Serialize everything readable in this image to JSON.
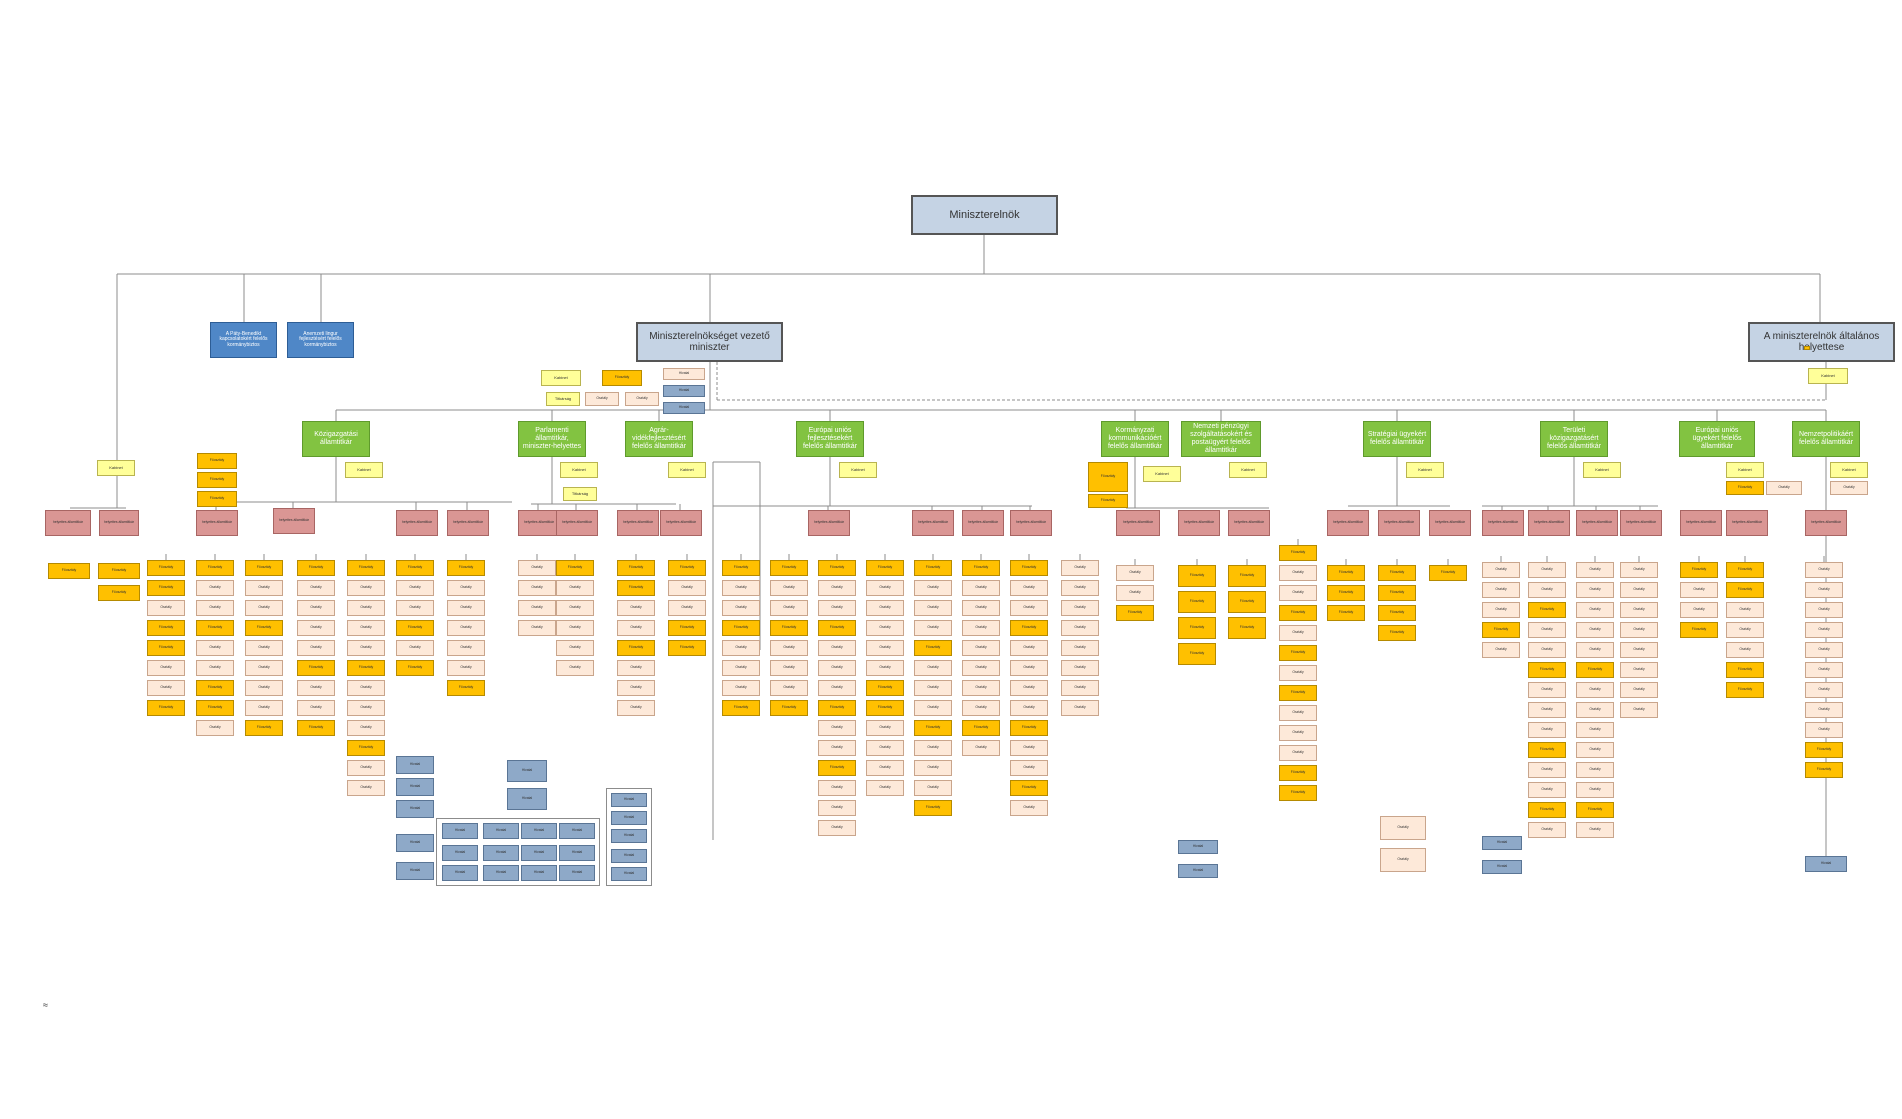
{
  "colors": {
    "root_fill": "#c5d3e4",
    "blue_office": "#4f87c7",
    "state_secretary": "#82c341",
    "cabinet": "#ffff99",
    "department": "#ffc000",
    "deputy": "#da9694",
    "unit": "#fde9d9",
    "agency": "#8ea9c8",
    "line": "#8c8c8c"
  },
  "root": {
    "label": "Miniszterelnök"
  },
  "level1": {
    "pm_office_minister": "Miniszterelnökséget vezető miniszter",
    "general_deputy": "A miniszterelnök általános helyettese"
  },
  "blue_offices": [
    "A Páty-Benedikt kapcsolatokért felelős kormánybiztos",
    "Anemzeti lingur fejlesztésért felelős kormánybiztos"
  ],
  "state_secretaries": [
    "Közigazgatási államtitkár",
    "Parlamenti államtitkár, miniszter-helyettes",
    "Agrár-vidékfejlesztésért felelős államtitkár",
    "Európai uniós fejlesztésekért felelős államtitkár",
    "Kormányzati kommunikációért felelős államtitkár",
    "Nemzeti pénzügyi szolgáltatásokért és postaügyért felelős államtitkár",
    "Stratégiai ügyekért felelős államtitkár",
    "Területi közigazgatásért felelős államtitkár",
    "Európai uniós ügyekért felelős államtitkár",
    "Nemzetpolitikáért felelős államtitkár"
  ],
  "labels": {
    "cabinet": "Kabinet",
    "secretariat": "Titkárság",
    "dept": "Főosztály",
    "dept_hu": "Főosztály",
    "unit": "Osztály",
    "deputy": "helyettes államtitkár",
    "agency": "Hivatal"
  },
  "footnote": "≈"
}
